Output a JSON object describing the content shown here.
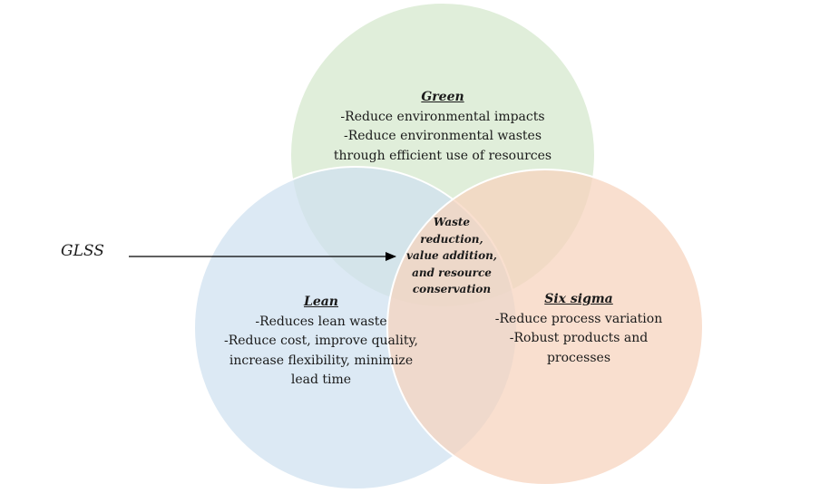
{
  "diagram": {
    "colors": {
      "green": "#d4e8cc",
      "lean": "#cfe0f0",
      "six_sigma": "#f6d3bd",
      "outline": "#ffffff",
      "arrow": "#000000"
    },
    "green": {
      "title": "Green",
      "lines": [
        "-Reduce environmental impacts",
        "-Reduce environmental wastes",
        "through efficient use of resources"
      ]
    },
    "lean": {
      "title": "Lean",
      "lines": [
        "-Reduces lean waste",
        "-Reduce cost, improve quality,",
        "increase flexibility, minimize",
        "lead time"
      ]
    },
    "six_sigma": {
      "title": "Six sigma",
      "lines": [
        "-Reduce process variation",
        "-Robust products and",
        "processes"
      ]
    },
    "center": {
      "lines": [
        "Waste",
        "reduction,",
        "value addition,",
        "and resource",
        "conservation"
      ]
    },
    "pointer_label": "GLSS"
  }
}
